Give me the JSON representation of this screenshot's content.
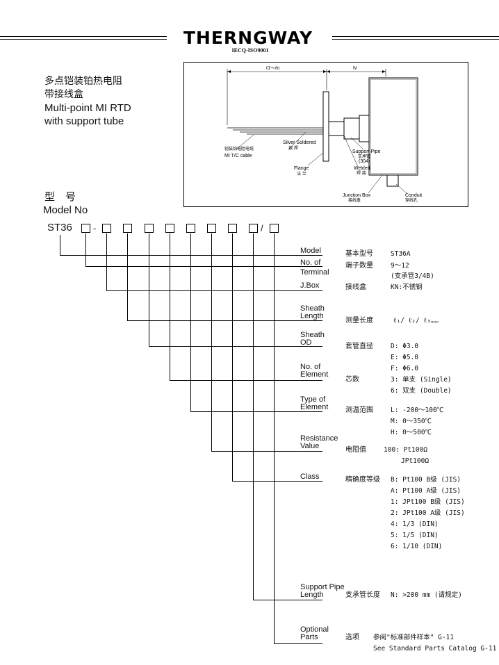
{
  "header": {
    "brand": "THERNGWAY",
    "certification": "IECQ-ISO9001"
  },
  "title": {
    "cn_line1": "多点铠装铂热电阻",
    "cn_line2": "带接线盒",
    "en_line1": "Multi-point MI RTD",
    "en_line2": "with support tube"
  },
  "diagram": {
    "dim_length": "ℓ1～ℓn",
    "dim_n": "N",
    "silver_soldered_en": "Silver Soldered",
    "silver_soldered_cn": "银 焊",
    "mi_cable_cn": "铠装铂电阻电缆",
    "mi_cable_en": "MI T/C cable",
    "support_pipe_en": "Support Pipe",
    "support_pipe_cn": "支承管",
    "support_pipe_mat": "(304)",
    "welded_en": "Welded",
    "welded_cn": "焊 接",
    "flange_en": "Flange",
    "flange_cn": "法 兰",
    "junction_box_en": "Junction Box",
    "junction_box_cn": "接线盒",
    "conduit_en": "Conduit",
    "conduit_cn": "穿线孔"
  },
  "model_section": {
    "label_cn": "型　号",
    "label_en": "Model No",
    "prefix": "ST36",
    "dash": "-",
    "slash": "/"
  },
  "rows": {
    "model": {
      "label": "Model",
      "cn": "基本型号",
      "options": [
        "ST36A"
      ]
    },
    "terminal": {
      "label1": "No. of",
      "label2": "Terminal",
      "cn": "端子数量",
      "options": [
        "9～12",
        "(支承管3/4B)"
      ]
    },
    "jbox": {
      "label": "J.Box",
      "cn": "接线盒",
      "options": [
        "KN:不锈钢"
      ]
    },
    "sheath_length": {
      "label1": "Sheath",
      "label2": "Length",
      "cn": "测量长度",
      "options": [
        "ℓ₁/ ℓ₂/ ℓ₃……"
      ]
    },
    "sheath_od": {
      "label1": "Sheath",
      "label2": "OD",
      "cn": "套管直径",
      "options": [
        "D: Φ3.0",
        "E: Φ5.0",
        "F: Φ6.0"
      ]
    },
    "element": {
      "label1": "No. of",
      "label2": "Element",
      "cn": "芯数",
      "options": [
        "3: 单支 (Single)",
        "6: 双支 (Double)"
      ]
    },
    "element_type": {
      "label1": "Type of",
      "label2": "Element",
      "cn": "测温范围",
      "options": [
        "L: -200～100℃",
        "M: 0～350℃",
        "H: 0～500℃"
      ]
    },
    "resistance": {
      "label1": "Resistance",
      "label2": "Value",
      "cn": "电阻值",
      "options": [
        "100: Pt100Ω",
        "JPt100Ω"
      ]
    },
    "class": {
      "label": "Class",
      "cn": "精确度等级",
      "options": [
        "B: Pt100 B级 (JIS)",
        "A: Pt100 A级 (JIS)",
        "1: JPt100 B级 (JIS)",
        "2: JPt100 A级 (JIS)",
        "4: 1/3  (DIN)",
        "5: 1/5  (DIN)",
        "6: 1/10  (DIN)"
      ]
    },
    "support_pipe": {
      "label1": "Support Pipe",
      "label2": "Length",
      "cn": "支承管长度",
      "options": [
        "N: >200 mm (请规定)"
      ]
    },
    "optional": {
      "label1": "Optional",
      "label2": "Parts",
      "cn": "选项",
      "options": [
        "参阅\"标准部件样本\" G-11",
        "See Standard Parts Catalog G-11"
      ]
    }
  }
}
